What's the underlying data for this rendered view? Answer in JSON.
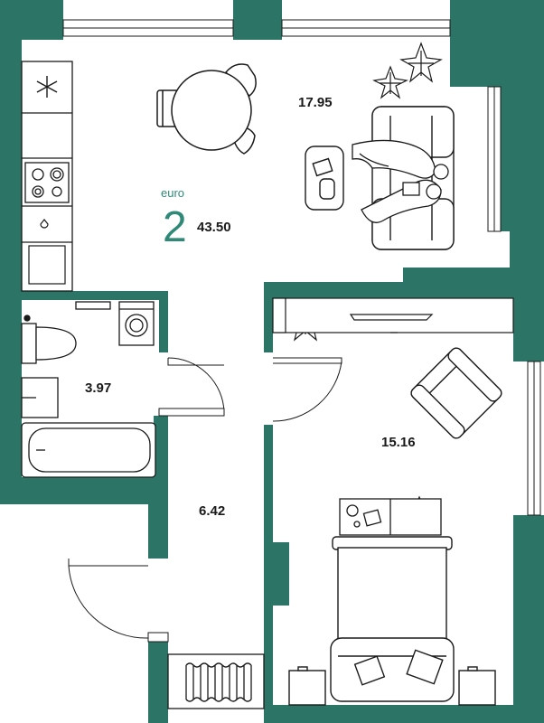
{
  "colors": {
    "wall": "#2c7466",
    "accent": "#2e8a77",
    "line": "#1a1a1a"
  },
  "plan": {
    "type_label": "euro",
    "rooms_count": "2",
    "total_area": "43.50",
    "rooms": {
      "living_kitchen": "17.95",
      "bathroom": "3.97",
      "hallway": "6.42",
      "bedroom": "15.16"
    }
  },
  "icons": [
    "snowflake-icon",
    "stove-icon",
    "sink-icon",
    "dining-table-icon",
    "chair-icon",
    "sofa-icon",
    "plant-icon",
    "person-icon",
    "coffee-table-icon",
    "washing-machine-icon",
    "toilet-icon",
    "bathtub-icon",
    "tv-icon",
    "armchair-icon",
    "bed-icon",
    "pillow-icon",
    "radiator-icon",
    "door-swing-icon",
    "window-icon"
  ]
}
